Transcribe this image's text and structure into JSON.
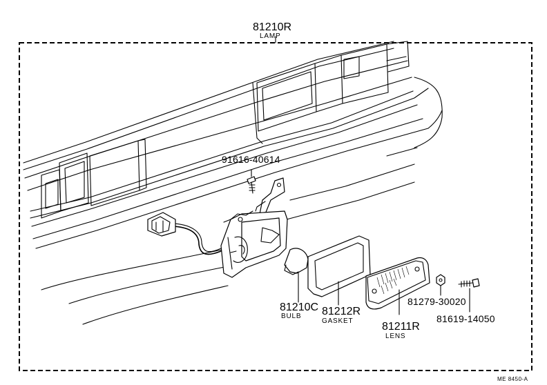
{
  "assembly": {
    "part_no": "81210R",
    "name": "LAMP"
  },
  "parts": {
    "screw_top": {
      "part_no": "91616-40614"
    },
    "bulb": {
      "part_no": "81210C",
      "name": "BULB"
    },
    "gasket": {
      "part_no": "81212R",
      "name": "GASKET"
    },
    "lens": {
      "part_no": "81211R",
      "name": "LENS"
    },
    "nut": {
      "part_no": "81279-30020"
    },
    "screw_lens": {
      "part_no": "81619-14050"
    }
  },
  "drawing_code": "ME  8450-A"
}
